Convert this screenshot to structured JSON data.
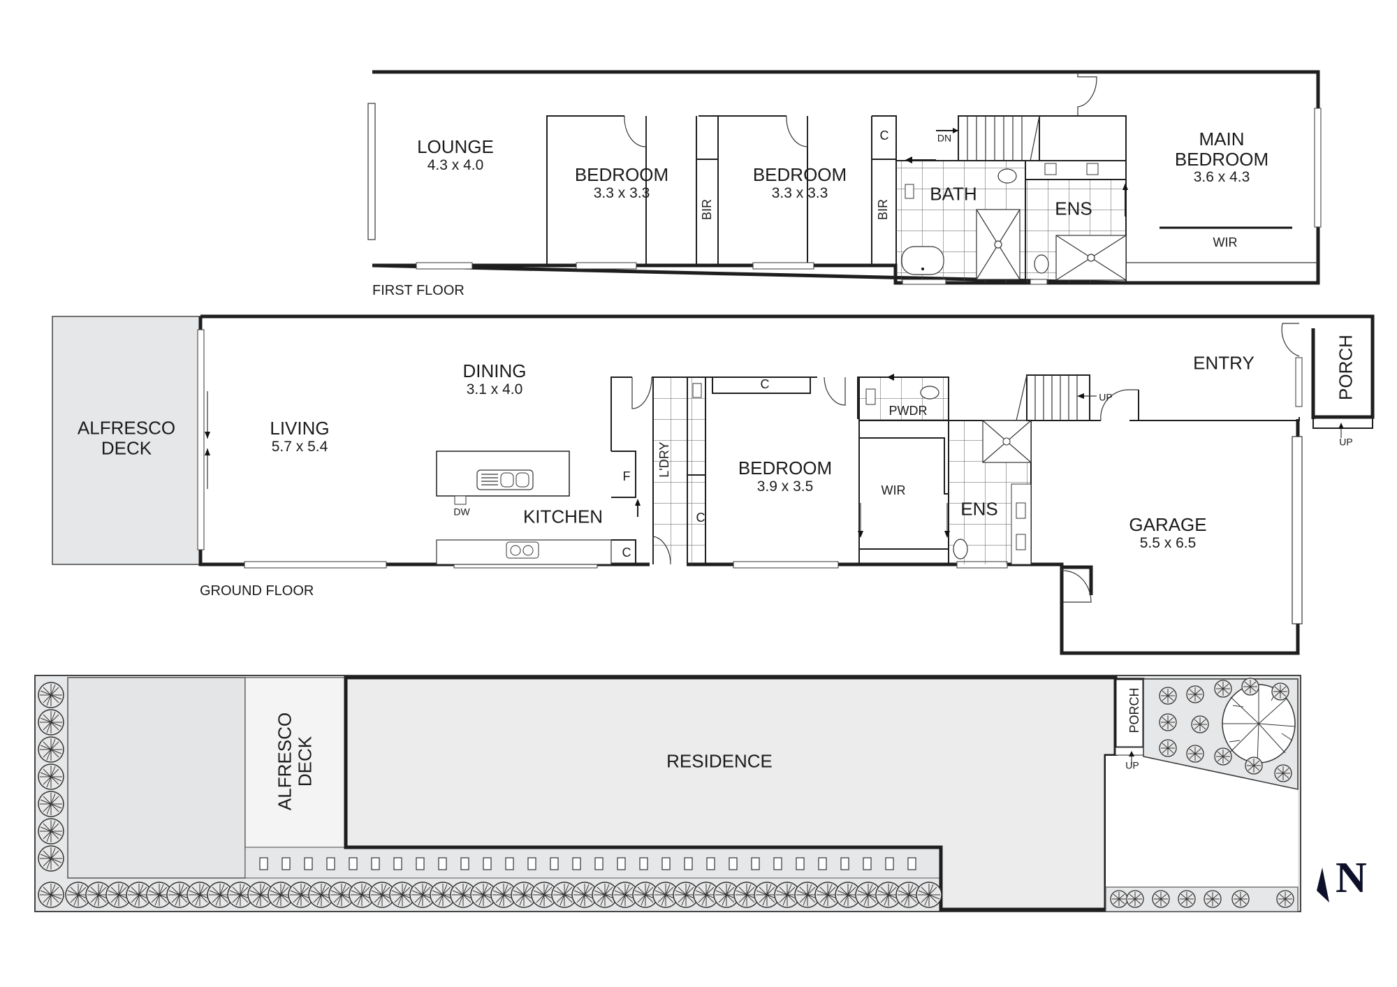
{
  "first_floor": {
    "label": "FIRST FLOOR",
    "rooms": {
      "lounge": {
        "name": "LOUNGE",
        "dims": "4.3 x 4.0"
      },
      "bedroom2": {
        "name": "BEDROOM",
        "dims": "3.3 x 3.3"
      },
      "bedroom3": {
        "name": "BEDROOM",
        "dims": "3.3 x 3.3"
      },
      "bir1": {
        "name": "BIR"
      },
      "bir2": {
        "name": "BIR"
      },
      "cupboard": {
        "name": "C"
      },
      "bath": {
        "name": "BATH"
      },
      "ensuite": {
        "name": "ENS"
      },
      "main_bedroom": {
        "name_line1": "MAIN",
        "name_line2": "BEDROOM",
        "dims": "3.6 x 4.3"
      },
      "wir": {
        "name": "WIR"
      }
    },
    "stairs_label": "DN"
  },
  "ground_floor": {
    "label": "GROUND FLOOR",
    "rooms": {
      "alfresco": {
        "name_line1": "ALFRESCO",
        "name_line2": "DECK"
      },
      "living": {
        "name": "LIVING",
        "dims": "5.7 x 5.4"
      },
      "dining": {
        "name": "DINING",
        "dims": "3.1 x 4.0"
      },
      "kitchen": {
        "name": "KITCHEN"
      },
      "dishwasher": {
        "name": "DW"
      },
      "fridge": {
        "name": "F"
      },
      "kitchen_cupboard": {
        "name": "C"
      },
      "laundry": {
        "name": "L'DRY"
      },
      "hall_cupboard": {
        "name": "C"
      },
      "bedroom_cupboard": {
        "name": "C"
      },
      "bedroom": {
        "name": "BEDROOM",
        "dims": "3.9 x 3.5"
      },
      "powder": {
        "name": "PWDR"
      },
      "wir": {
        "name": "WIR"
      },
      "ensuite": {
        "name": "ENS"
      },
      "entry": {
        "name": "ENTRY"
      },
      "porch": {
        "name": "PORCH"
      },
      "garage": {
        "name": "GARAGE",
        "dims": "5.5 x 6.5"
      }
    },
    "stairs_label": "UP",
    "porch_step_label": "UP"
  },
  "site_plan": {
    "alfresco": {
      "name_line1": "ALFRESCO",
      "name_line2": "DECK"
    },
    "residence": {
      "name": "RESIDENCE"
    },
    "porch": {
      "name": "PORCH"
    },
    "porch_step_label": "UP"
  },
  "compass": {
    "label": "N",
    "color": "#0d1028"
  },
  "colors": {
    "wall": "#1e1e1e",
    "outdoor_fill": "#e6e7e8",
    "residence_fill": "#ececec",
    "deck_fill": "#f4f4f4"
  }
}
